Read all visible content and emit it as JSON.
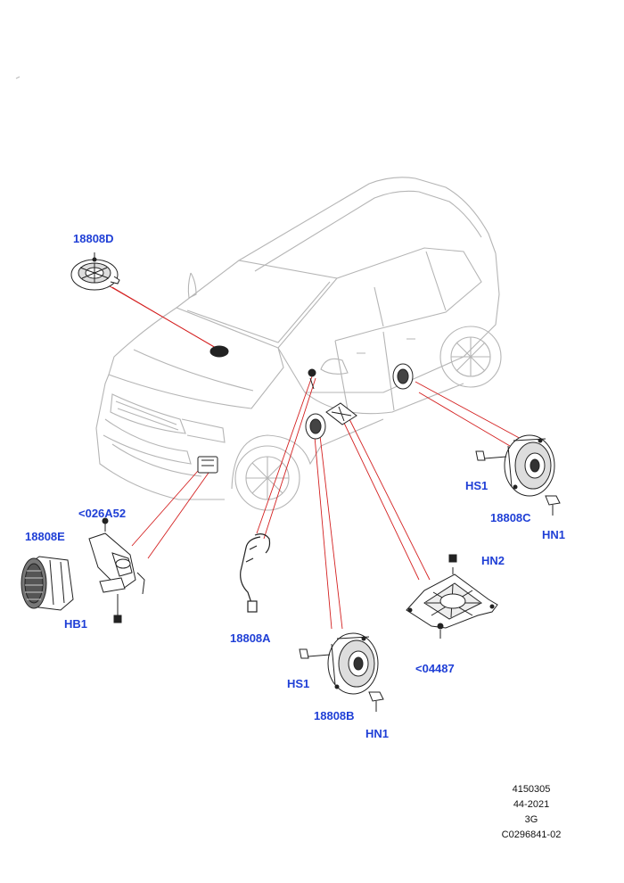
{
  "callouts": {
    "c18808D": "18808D",
    "c026A52": "<026A52",
    "c18808E": "18808E",
    "cHB1": "HB1",
    "c18808A": "18808A",
    "cHS1_right": "HS1",
    "c18808C": "18808C",
    "cHN1_right": "HN1",
    "cHN2": "HN2",
    "c04487": "<04487",
    "cHS1_lower": "HS1",
    "c18808B": "18808B",
    "cHN1_lower": "HN1"
  },
  "info_block": {
    "line1": "4150305",
    "line2": "44-2021",
    "line3": "3G",
    "line4": "C0296841-02"
  },
  "colors": {
    "callout_text": "#1f3fd6",
    "leader_line": "#d42020",
    "vehicle_outline": "#b5b5b5",
    "part_outline": "#222222"
  }
}
